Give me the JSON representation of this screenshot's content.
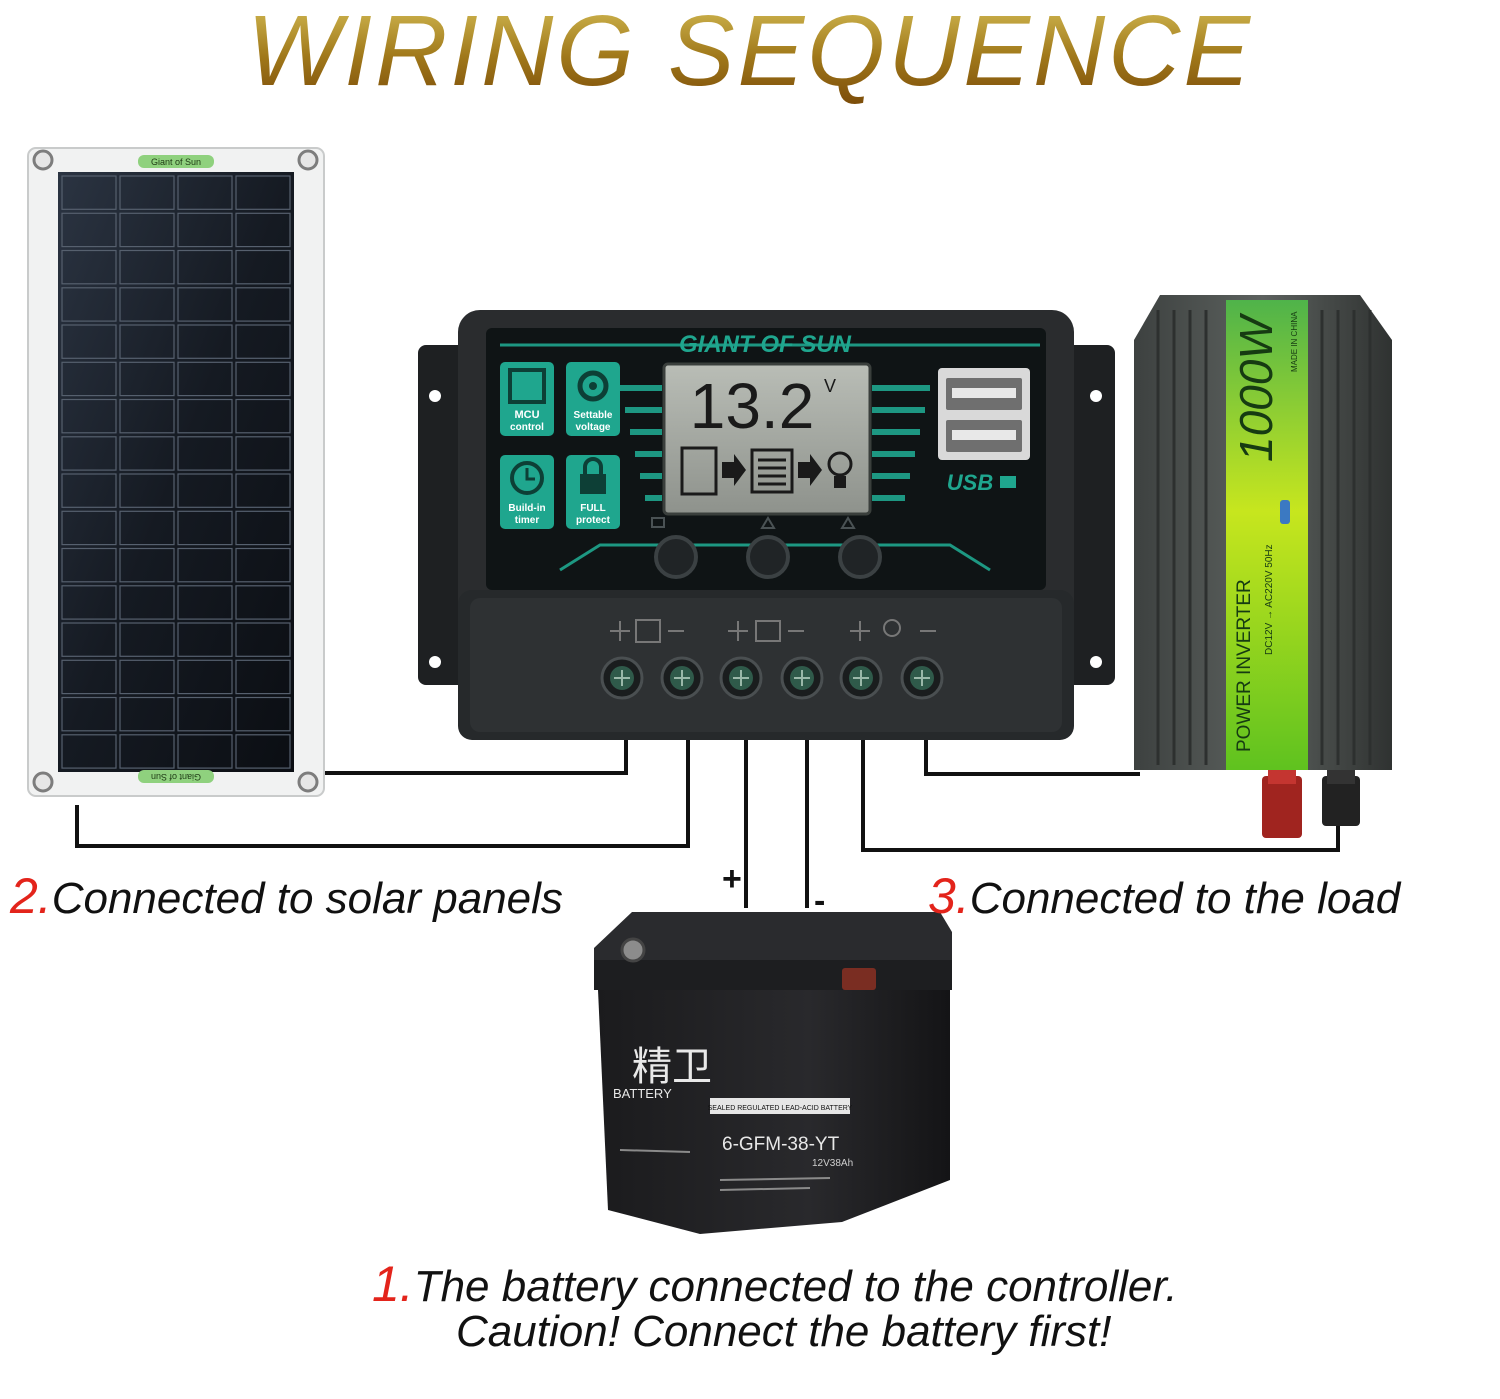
{
  "title": "WIRING SEQUENCE",
  "steps": [
    {
      "num": "1.",
      "line1": "The battery connected to the controller.",
      "line2": "Caution! Connect the battery first!"
    },
    {
      "num": "2.",
      "text": "Connected to solar panels"
    },
    {
      "num": "3.",
      "text": "Connected to the load"
    }
  ],
  "solar_panel": {
    "brand_top": "Giant of Sun",
    "brand_bottom": "Giant of Sun"
  },
  "controller": {
    "brand": "GIANT OF SUN",
    "lcd_value": "13.2",
    "lcd_unit": "V",
    "features": [
      {
        "line1": "MCU",
        "line2": "control"
      },
      {
        "line1": "Settable",
        "line2": "voltage"
      },
      {
        "line1": "Build-in",
        "line2": "timer"
      },
      {
        "line1": "FULL",
        "line2": "protect"
      }
    ],
    "usb_label": "USB",
    "terminal_signs": [
      "+",
      "-",
      "+",
      "-",
      "+",
      "-"
    ]
  },
  "inverter": {
    "power": "1000W",
    "type": "POWER INVERTER",
    "spec": "DC12V → AC220V 50Hz",
    "made": "MADE IN CHINA"
  },
  "battery": {
    "brand_cn": "精卫",
    "brand": "BATTERY",
    "model": "6-GFM-38-YT",
    "spec": "12V38Ah",
    "desc": "SEALED REGULATED LEAD-ACID BATTERY",
    "polarity_plus": "+",
    "polarity_minus": "-"
  },
  "colors": {
    "accent_red": "#e3241b",
    "controller_teal": "#1fa68e",
    "inverter_green": "#5fc21f"
  }
}
